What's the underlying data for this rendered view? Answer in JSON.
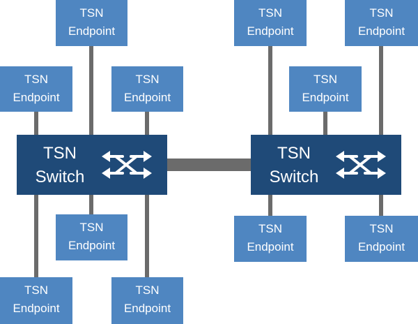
{
  "colors": {
    "endpoint_fill": "#4f86c1",
    "switch_fill": "#1f4a78",
    "link": "#6b6b6b",
    "text": "#ffffff"
  },
  "switches": [
    {
      "id": "switch-left",
      "line1": "TSN",
      "line2": "Switch",
      "icon": "crossed-arrows-icon"
    },
    {
      "id": "switch-right",
      "line1": "TSN",
      "line2": "Switch",
      "icon": "crossed-arrows-icon"
    }
  ],
  "endpoints": [
    {
      "id": "ep-1",
      "line1": "TSN",
      "line2": "Endpoint",
      "switch": "switch-left"
    },
    {
      "id": "ep-2",
      "line1": "TSN",
      "line2": "Endpoint",
      "switch": "switch-left"
    },
    {
      "id": "ep-3",
      "line1": "TSN",
      "line2": "Endpoint",
      "switch": "switch-left"
    },
    {
      "id": "ep-4",
      "line1": "TSN",
      "line2": "Endpoint",
      "switch": "switch-left"
    },
    {
      "id": "ep-5",
      "line1": "TSN",
      "line2": "Endpoint",
      "switch": "switch-left"
    },
    {
      "id": "ep-6",
      "line1": "TSN",
      "line2": "Endpoint",
      "switch": "switch-left"
    },
    {
      "id": "ep-7",
      "line1": "TSN",
      "line2": "Endpoint",
      "switch": "switch-right"
    },
    {
      "id": "ep-8",
      "line1": "TSN",
      "line2": "Endpoint",
      "switch": "switch-right"
    },
    {
      "id": "ep-9",
      "line1": "TSN",
      "line2": "Endpoint",
      "switch": "switch-right"
    },
    {
      "id": "ep-10",
      "line1": "TSN",
      "line2": "Endpoint",
      "switch": "switch-right"
    },
    {
      "id": "ep-11",
      "line1": "TSN",
      "line2": "Endpoint",
      "switch": "switch-right"
    }
  ],
  "trunk": {
    "from": "switch-left",
    "to": "switch-right"
  }
}
